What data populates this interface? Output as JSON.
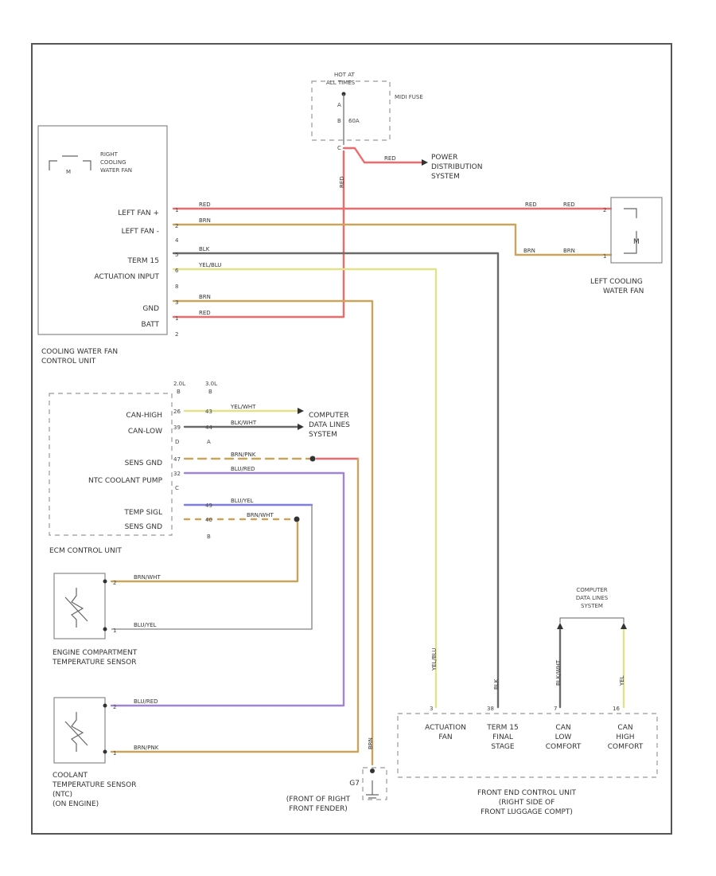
{
  "diagram_id": "",
  "components": {
    "right_fan": {
      "name": "RIGHT COOLING WATER FAN",
      "lines": [
        "RIGHT",
        "COOLING",
        "WATER FAN"
      ],
      "symbol": "M"
    },
    "fan_control_unit": {
      "name_lines": [
        "COOLING WATER FAN",
        "CONTROL UNIT"
      ],
      "pins": [
        {
          "label": "LEFT FAN +",
          "pin": "1"
        },
        {
          "label": "LEFT FAN -",
          "pin": "2"
        },
        {
          "label": "",
          "pin": "4"
        },
        {
          "label": "TERM 15",
          "pin": "5"
        },
        {
          "label": "ACTUATION INPUT",
          "pin": "6"
        },
        {
          "label": "",
          "pin": "8"
        },
        {
          "label": "GND",
          "pin": "3"
        },
        {
          "label": "BATT",
          "pin": "1"
        },
        {
          "label": "",
          "pin": "2"
        }
      ]
    },
    "hot_at_all_times": {
      "lines": [
        "HOT AT",
        "ALL TIMES"
      ],
      "fuse_label": "60A",
      "fuse_name": "MIDI FUSE",
      "pins": [
        "A",
        "B",
        "C"
      ]
    },
    "power_distribution": {
      "lines": [
        "POWER",
        "DISTRIBUTION",
        "SYSTEM"
      ]
    },
    "left_fan": {
      "lines": [
        "LEFT COOLING",
        "WATER FAN"
      ],
      "pins": [
        "2",
        "1"
      ],
      "symbol": "M"
    },
    "ecm": {
      "name": "ECM CONTROL UNIT",
      "col_headers": [
        "2.0L",
        "3.0L"
      ],
      "col_pin_labels": [
        "B",
        "B"
      ],
      "rows": [
        {
          "label": "CAN-HIGH",
          "p1": "26",
          "p2": "43"
        },
        {
          "label": "CAN-LOW",
          "p1": "39",
          "p2": "44"
        },
        {
          "label": "",
          "p1": "D",
          "p2": "A"
        },
        {
          "label": "SENS GND",
          "p1": "47",
          "p2": ""
        },
        {
          "label": "NTC COOLANT PUMP",
          "p1": "32",
          "p2": ""
        },
        {
          "label": "",
          "p1": "C",
          "p2": ""
        },
        {
          "label": "TEMP SIGL",
          "p1": "",
          "p2": "49"
        },
        {
          "label": "SENS GND",
          "p1": "",
          "p2": "40"
        },
        {
          "label": "",
          "p1": "",
          "p2": "B"
        }
      ]
    },
    "data_lines": {
      "lines": [
        "COMPUTER",
        "DATA LINES",
        "SYSTEM"
      ]
    },
    "engine_temp_sensor": {
      "lines": [
        "ENGINE COMPARTMENT",
        "TEMPERATURE SENSOR"
      ],
      "pins": [
        "2",
        "1"
      ]
    },
    "coolant_temp_sensor": {
      "lines": [
        "COOLANT",
        "TEMPERATURE SENSOR",
        "(NTC)",
        "(ON ENGINE)"
      ],
      "pins": [
        "2",
        "1"
      ]
    },
    "ground": {
      "label": "G7",
      "lines": [
        "(FRONT OF RIGHT",
        "FRONT FENDER)"
      ]
    },
    "data_lines_2": {
      "lines": [
        "COMPUTER",
        "DATA LINES",
        "SYSTEM"
      ]
    },
    "front_ecu": {
      "lines": [
        "FRONT END CONTROL UNIT",
        "(RIGHT SIDE OF",
        "FRONT LUGGAGE COMPT)"
      ],
      "cols": [
        {
          "pin": "3",
          "lines": [
            "ACTUATION",
            "FAN"
          ]
        },
        {
          "pin": "38",
          "lines": [
            "TERM 15",
            "FINAL",
            "STAGE"
          ]
        },
        {
          "pin": "7",
          "lines": [
            "CAN",
            "LOW",
            "COMFORT"
          ]
        },
        {
          "pin": "16",
          "lines": [
            "CAN",
            "HIGH",
            "COMFORT"
          ]
        }
      ]
    }
  },
  "wires": [
    {
      "id": "w1",
      "color": "RED"
    },
    {
      "id": "w2",
      "color": "RED"
    },
    {
      "id": "w3",
      "color": "BRN"
    },
    {
      "id": "w4",
      "color": "BLK"
    },
    {
      "id": "w5",
      "color": "YEL/BLU"
    },
    {
      "id": "w6",
      "color": "BRN"
    },
    {
      "id": "w7",
      "color": "RED"
    },
    {
      "id": "w8",
      "color": "YEL/WHT"
    },
    {
      "id": "w9",
      "color": "BLK/WHT"
    },
    {
      "id": "w10",
      "color": "BRN/PNK"
    },
    {
      "id": "w11",
      "color": "BLU/RED"
    },
    {
      "id": "w12",
      "color": "BLU/YEL"
    },
    {
      "id": "w13",
      "color": "BRN/WHT"
    },
    {
      "id": "w14",
      "color": "BRN/WHT"
    },
    {
      "id": "w15",
      "color": "BLU/YEL"
    },
    {
      "id": "w16",
      "color": "BLU/RED"
    },
    {
      "id": "w17",
      "color": "BRN/PNK"
    },
    {
      "id": "w18",
      "color": "YEL/BLU"
    },
    {
      "id": "w19",
      "color": "BLK"
    },
    {
      "id": "w20",
      "color": "BLK/WHT"
    },
    {
      "id": "w21",
      "color": "YEL"
    },
    {
      "id": "w22",
      "color": "BRN"
    },
    {
      "id": "w23",
      "color": "RED"
    },
    {
      "id": "w24",
      "color": "RED"
    },
    {
      "id": "w25",
      "color": "BRN"
    },
    {
      "id": "w26",
      "color": "BLK"
    }
  ],
  "colors": {
    "red": "#f2696a",
    "brown": "#c9a45a",
    "black": "#6a6a6a",
    "yellow": "#e2e28a",
    "blue": "#7d7df0",
    "violet": "#a084d6"
  }
}
